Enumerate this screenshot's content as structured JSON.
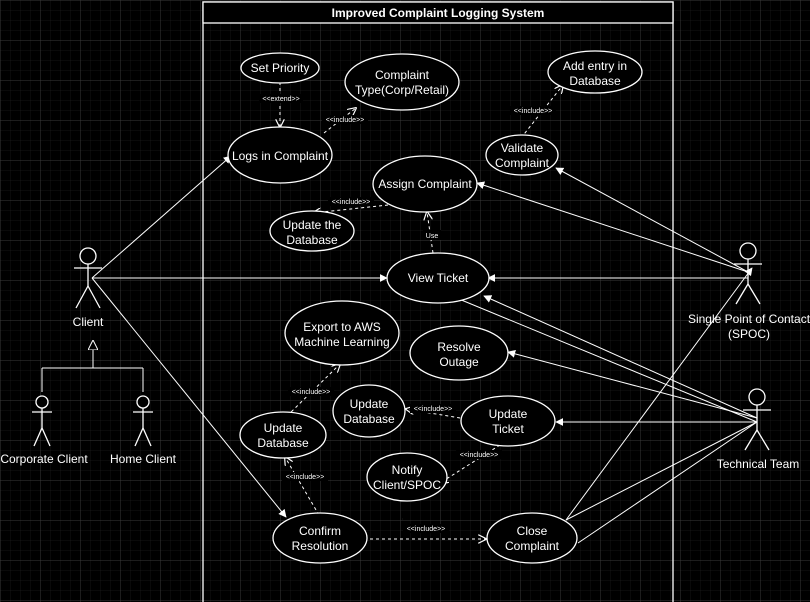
{
  "title": "Improved Complaint Logging System",
  "colors": {
    "background": "#000000",
    "grid": "#3a3a3a",
    "ink": "#ffffff",
    "ellipse_fill": "#000000"
  },
  "actors": {
    "client": "Client",
    "corporate_client": "Corporate Client",
    "home_client": "Home Client",
    "spoc": [
      "Single Point of Contact",
      "(SPOC)"
    ],
    "technical_team": "Technical Team"
  },
  "use_cases": {
    "set_priority": [
      "Set Priority"
    ],
    "complaint_type": [
      "Complaint",
      "Type(Corp/Retail)"
    ],
    "logs_complaint": [
      "Logs in Complaint"
    ],
    "add_entry_db": [
      "Add entry in",
      "Database"
    ],
    "validate_complaint": [
      "Validate",
      "Complaint"
    ],
    "assign_complaint": [
      "Assign Complaint"
    ],
    "update_database_1": [
      "Update the",
      "Database"
    ],
    "view_ticket": [
      "View Ticket"
    ],
    "export_aws": [
      "Export to AWS",
      "Machine Learning"
    ],
    "resolve_outage": [
      "Resolve",
      "Outage"
    ],
    "update_database_2": [
      "Update",
      "Database"
    ],
    "update_ticket": [
      "Update",
      "Ticket"
    ],
    "update_database_3": [
      "Update",
      "Database"
    ],
    "notify": [
      "Notify",
      "Client/SPOC"
    ],
    "confirm_resolution": [
      "Confirm",
      "Resolution"
    ],
    "close_complaint": [
      "Close",
      "Complaint"
    ]
  },
  "relation_labels": {
    "extend": "<<extend>>",
    "include": "<<include>>",
    "use": "Use"
  }
}
